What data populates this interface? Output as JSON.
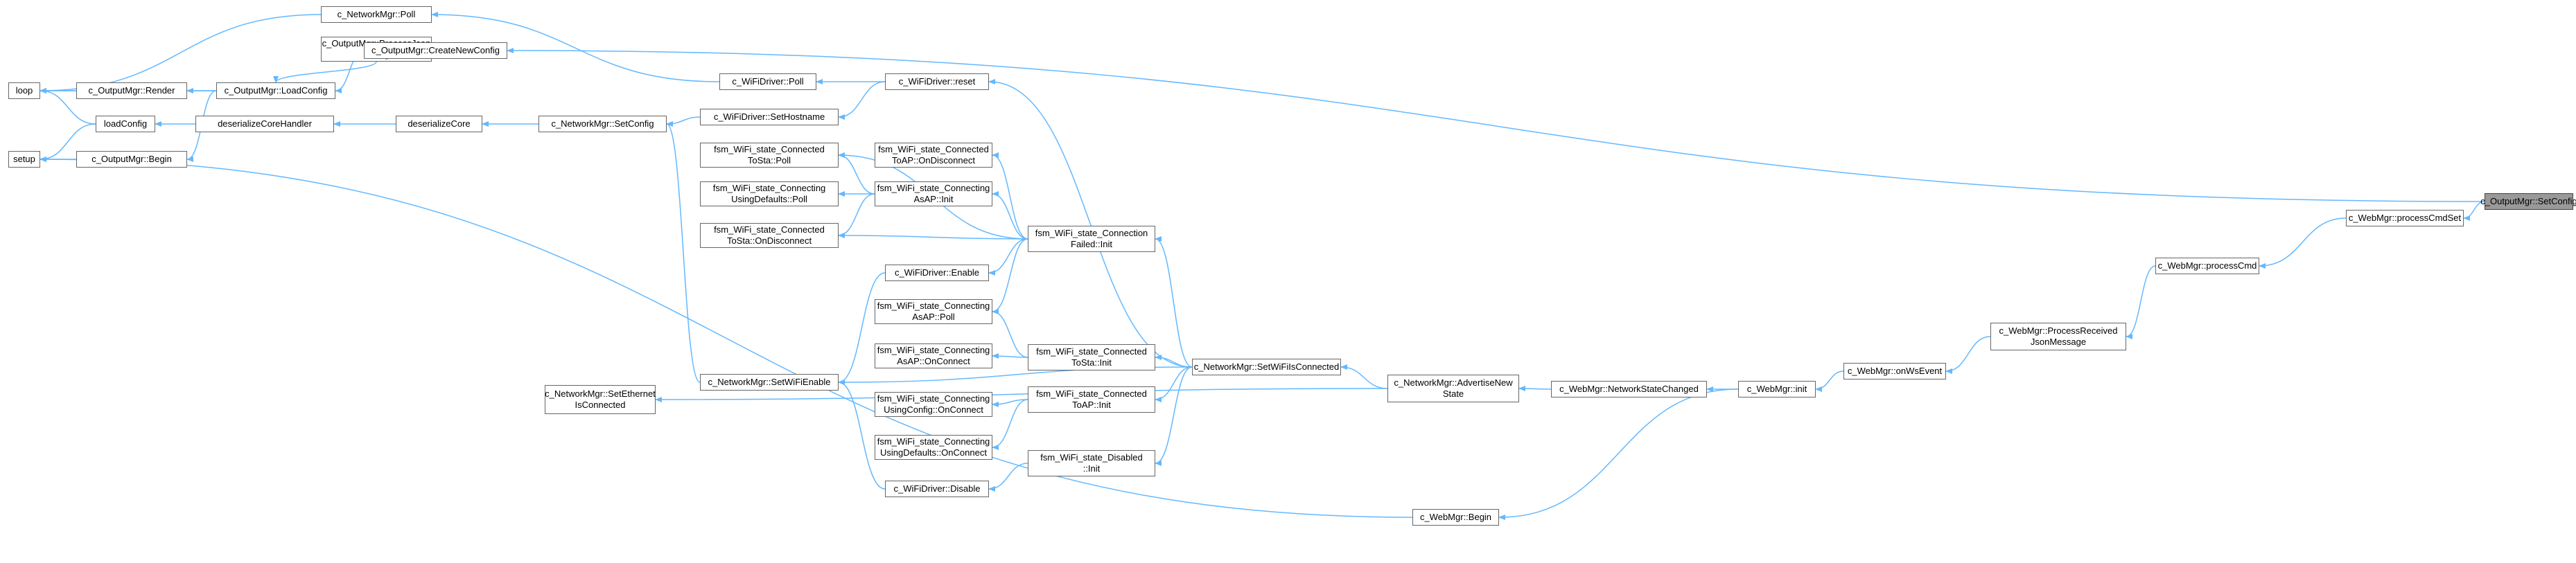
{
  "colors": {
    "edge": "#63b8ff",
    "border": "#666666",
    "focus_fill": "#999999"
  },
  "nodes": [
    {
      "id": "loop",
      "lines": [
        "loop"
      ]
    },
    {
      "id": "setup",
      "lines": [
        "setup"
      ]
    },
    {
      "id": "netpoll",
      "lines": [
        "c_NetworkMgr::Poll"
      ]
    },
    {
      "id": "procjson",
      "lines": [
        "c_OutputMgr::ProcessJson",
        "Config"
      ]
    },
    {
      "id": "createnew",
      "lines": [
        "c_OutputMgr::CreateNewConfig"
      ]
    },
    {
      "id": "render",
      "lines": [
        "c_OutputMgr::Render"
      ]
    },
    {
      "id": "loadcfg",
      "lines": [
        "c_OutputMgr::LoadConfig"
      ]
    },
    {
      "id": "loadconfig",
      "lines": [
        "loadConfig"
      ]
    },
    {
      "id": "desercorehandler",
      "lines": [
        "deserializeCoreHandler"
      ]
    },
    {
      "id": "outbegin",
      "lines": [
        "c_OutputMgr::Begin"
      ]
    },
    {
      "id": "desercore",
      "lines": [
        "deserializeCore"
      ]
    },
    {
      "id": "netsetcfg",
      "lines": [
        "c_NetworkMgr::SetConfig"
      ]
    },
    {
      "id": "wifipoll",
      "lines": [
        "c_WiFiDriver::Poll"
      ]
    },
    {
      "id": "wifireset",
      "lines": [
        "c_WiFiDriver::reset"
      ]
    },
    {
      "id": "wifisethost",
      "lines": [
        "c_WiFiDriver::SetHostname"
      ]
    },
    {
      "id": "connstapoll",
      "lines": [
        "fsm_WiFi_state_Connected",
        "ToSta::Poll"
      ]
    },
    {
      "id": "connapdisc",
      "lines": [
        "fsm_WiFi_state_Connected",
        "ToAP::OnDisconnect"
      ]
    },
    {
      "id": "defaultspoll",
      "lines": [
        "fsm_WiFi_state_Connecting",
        "UsingDefaults::Poll"
      ]
    },
    {
      "id": "connasapinit",
      "lines": [
        "fsm_WiFi_state_Connecting",
        "AsAP::Init"
      ]
    },
    {
      "id": "connstadisc",
      "lines": [
        "fsm_WiFi_state_Connected",
        "ToSta::OnDisconnect"
      ]
    },
    {
      "id": "connfailinit",
      "lines": [
        "fsm_WiFi_state_Connection",
        "Failed::Init"
      ]
    },
    {
      "id": "wifienable",
      "lines": [
        "c_WiFiDriver::Enable"
      ]
    },
    {
      "id": "connasappoll",
      "lines": [
        "fsm_WiFi_state_Connecting",
        "AsAP::Poll"
      ]
    },
    {
      "id": "connstainit",
      "lines": [
        "fsm_WiFi_state_Connected",
        "ToSta::Init"
      ]
    },
    {
      "id": "connasaponconn",
      "lines": [
        "fsm_WiFi_state_Connecting",
        "AsAP::OnConnect"
      ]
    },
    {
      "id": "setwifienable",
      "lines": [
        "c_NetworkMgr::SetWiFiEnable"
      ]
    },
    {
      "id": "setethconn",
      "lines": [
        "c_NetworkMgr::SetEthernet",
        "IsConnected"
      ]
    },
    {
      "id": "setwificonn",
      "lines": [
        "c_NetworkMgr::SetWiFiIsConnected"
      ]
    },
    {
      "id": "cfgonconn",
      "lines": [
        "fsm_WiFi_state_Connecting",
        "UsingConfig::OnConnect"
      ]
    },
    {
      "id": "connapinit",
      "lines": [
        "fsm_WiFi_state_Connected",
        "ToAP::Init"
      ]
    },
    {
      "id": "defonconn",
      "lines": [
        "fsm_WiFi_state_Connecting",
        "UsingDefaults::OnConnect"
      ]
    },
    {
      "id": "disabledinit",
      "lines": [
        "fsm_WiFi_state_Disabled",
        "::Init"
      ]
    },
    {
      "id": "wifidisable",
      "lines": [
        "c_WiFiDriver::Disable"
      ]
    },
    {
      "id": "advertise",
      "lines": [
        "c_NetworkMgr::AdvertiseNew",
        "State"
      ]
    },
    {
      "id": "netstatechg",
      "lines": [
        "c_WebMgr::NetworkStateChanged"
      ]
    },
    {
      "id": "webinit",
      "lines": [
        "c_WebMgr::init"
      ]
    },
    {
      "id": "webbegin",
      "lines": [
        "c_WebMgr::Begin"
      ]
    },
    {
      "id": "onwsevent",
      "lines": [
        "c_WebMgr::onWsEvent"
      ]
    },
    {
      "id": "procrecv",
      "lines": [
        "c_WebMgr::ProcessReceived",
        "JsonMessage"
      ]
    },
    {
      "id": "proccmd",
      "lines": [
        "c_WebMgr::processCmd"
      ]
    },
    {
      "id": "proccmdset",
      "lines": [
        "c_WebMgr::processCmdSet"
      ]
    },
    {
      "id": "outsetcfg",
      "lines": [
        "c_OutputMgr::SetConfig"
      ],
      "focus": true
    }
  ],
  "edges": [
    [
      "netpoll",
      "loop"
    ],
    [
      "render",
      "loop"
    ],
    [
      "loadcfg",
      "loop"
    ],
    [
      "loadconfig",
      "loop"
    ],
    [
      "loadconfig",
      "setup"
    ],
    [
      "outbegin",
      "setup"
    ],
    [
      "webbegin",
      "setup"
    ],
    [
      "procjson",
      "loadcfg"
    ],
    [
      "createnew",
      "loadcfg"
    ],
    [
      "loadcfg",
      "render"
    ],
    [
      "loadcfg",
      "outbegin"
    ],
    [
      "desercorehandler",
      "loadconfig"
    ],
    [
      "desercore",
      "desercorehandler"
    ],
    [
      "netsetcfg",
      "desercore"
    ],
    [
      "wifisethost",
      "netsetcfg"
    ],
    [
      "setwifienable",
      "netsetcfg"
    ],
    [
      "wifipoll",
      "netpoll"
    ],
    [
      "wifireset",
      "wifipoll"
    ],
    [
      "wifireset",
      "wifisethost"
    ],
    [
      "setwificonn",
      "wifireset"
    ],
    [
      "connfailinit",
      "connstapoll"
    ],
    [
      "connfailinit",
      "connapdisc"
    ],
    [
      "connfailinit",
      "connasapinit"
    ],
    [
      "connfailinit",
      "connstadisc"
    ],
    [
      "connfailinit",
      "wifienable"
    ],
    [
      "connfailinit",
      "connasappoll"
    ],
    [
      "connasapinit",
      "defaultspoll"
    ],
    [
      "connasapinit",
      "connstapoll"
    ],
    [
      "connasapinit",
      "connstadisc"
    ],
    [
      "setwificonn",
      "connfailinit"
    ],
    [
      "connstainit",
      "connasappoll"
    ],
    [
      "connstainit",
      "connasaponconn"
    ],
    [
      "setwificonn",
      "connstainit"
    ],
    [
      "connapinit",
      "cfgonconn"
    ],
    [
      "connapinit",
      "defonconn"
    ],
    [
      "setwificonn",
      "connapinit"
    ],
    [
      "setwificonn",
      "disabledinit"
    ],
    [
      "disabledinit",
      "wifidisable"
    ],
    [
      "wifienable",
      "setwifienable"
    ],
    [
      "wifidisable",
      "setwifienable"
    ],
    [
      "setwificonn",
      "setwifienable"
    ],
    [
      "advertise",
      "setwificonn"
    ],
    [
      "advertise",
      "setethconn"
    ],
    [
      "netstatechg",
      "advertise"
    ],
    [
      "webinit",
      "netstatechg"
    ],
    [
      "webinit",
      "webbegin"
    ],
    [
      "onwsevent",
      "webinit"
    ],
    [
      "procrecv",
      "onwsevent"
    ],
    [
      "proccmd",
      "procrecv"
    ],
    [
      "proccmdset",
      "proccmd"
    ],
    [
      "outsetcfg",
      "proccmdset"
    ],
    [
      "outsetcfg",
      "createnew"
    ]
  ]
}
